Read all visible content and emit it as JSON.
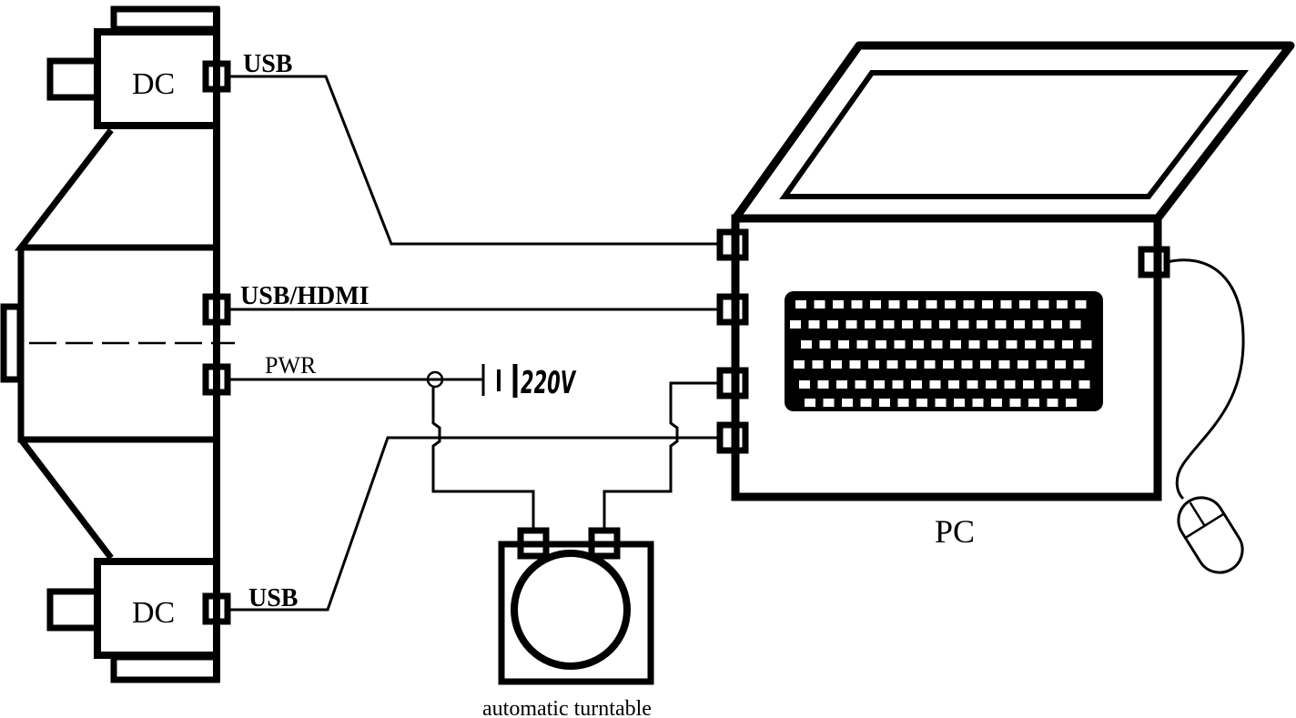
{
  "labels": {
    "camera_top": "DC",
    "camera_bottom": "DC",
    "usb_top": "USB",
    "usb_hdmi": "USB/HDMI",
    "pwr": "PWR",
    "voltage": "220V",
    "usb_bottom": "USB",
    "pc": "PC",
    "turntable": "automatic turntable"
  },
  "colors": {
    "line": "#000000",
    "background": "#ffffff"
  },
  "icons": {
    "camera": "camera-body-icon",
    "laptop": "laptop-icon",
    "mouse": "mouse-icon",
    "turntable": "turntable-icon",
    "battery": "battery-icon"
  }
}
